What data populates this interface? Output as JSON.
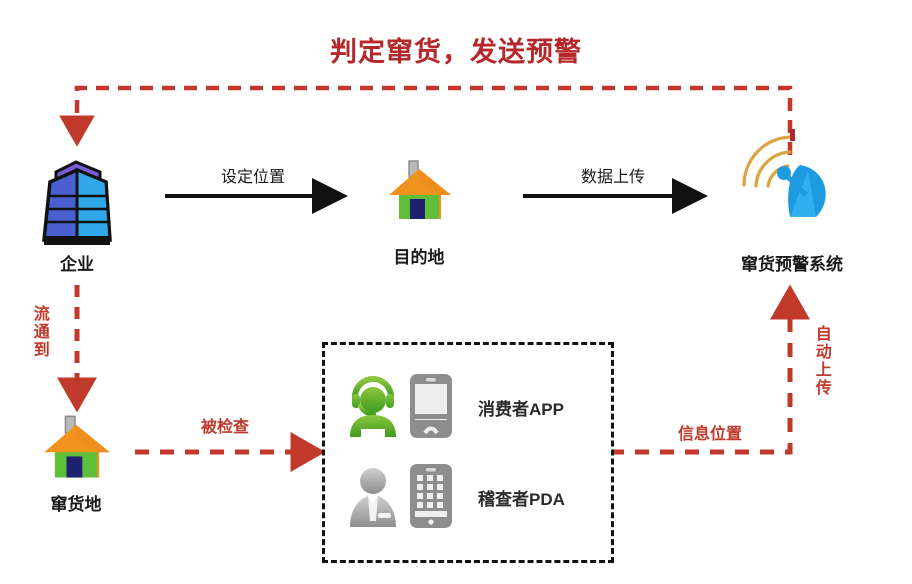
{
  "diagram": {
    "title": "判定窜货，发送预警",
    "colors": {
      "title_red": "#b4282b",
      "dashed_red": "#c0392b",
      "arrow_black": "#111111",
      "box_border": "#111111",
      "building_blue": "#2f63c4",
      "house_green": "#5fbf3a",
      "house_roof_orange": "#f0921e",
      "dish_blue": "#1e9be0",
      "wave_orange": "#d9a441",
      "person_green": "#5aab28",
      "person_gray": "#9b9b9b",
      "device_gray": "#8d8d8d"
    },
    "nodes": [
      {
        "id": "enterprise",
        "label": "企业",
        "icon": "office-building-icon"
      },
      {
        "id": "destination",
        "label": "目的地",
        "icon": "house-icon"
      },
      {
        "id": "system",
        "label": "窜货预警系统",
        "icon": "satellite-dish-icon"
      },
      {
        "id": "diverted",
        "label": "窜货地",
        "icon": "house-icon"
      }
    ],
    "edges": [
      {
        "id": "set-location",
        "label": "设定位置",
        "style": "solid-black",
        "from": "enterprise",
        "to": "destination"
      },
      {
        "id": "data-upload",
        "label": "数据上传",
        "style": "solid-black",
        "from": "destination",
        "to": "system"
      },
      {
        "id": "flow-to",
        "label": "流通到",
        "style": "dashed-red",
        "from": "enterprise",
        "to": "diverted",
        "orientation": "vertical"
      },
      {
        "id": "inspected",
        "label": "被检查",
        "style": "dashed-red",
        "from": "diverted",
        "to": "check-box"
      },
      {
        "id": "info-location",
        "label": "信息位置",
        "style": "dashed-red",
        "from": "check-box",
        "to": "auto-upload"
      },
      {
        "id": "auto-upload",
        "label": "自动上传",
        "style": "dashed-red",
        "from": "info-location",
        "to": "system",
        "orientation": "vertical"
      },
      {
        "id": "alert-return",
        "label": "",
        "style": "dashed-red",
        "from": "system",
        "to": "enterprise"
      }
    ],
    "check_box": {
      "items": [
        {
          "id": "consumer-app",
          "label": "消费者APP",
          "person_icon": "headset-person-icon",
          "device_icon": "smartphone-icon"
        },
        {
          "id": "inspector-pda",
          "label": "稽查者PDA",
          "person_icon": "suit-person-icon",
          "device_icon": "pda-device-icon"
        }
      ]
    }
  }
}
